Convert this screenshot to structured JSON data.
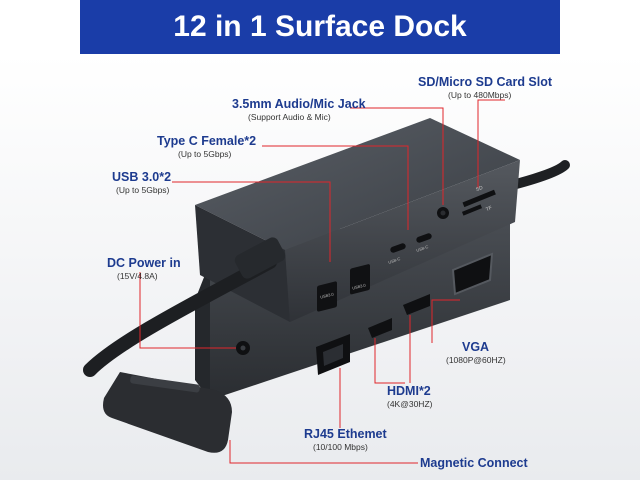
{
  "title": "12 in 1 Surface Dock",
  "callouts": {
    "sd_slot": {
      "label": "SD/Micro SD Card Slot",
      "sub": "(Up to 480Mbps)"
    },
    "audio": {
      "label": "3.5mm Audio/Mic Jack",
      "sub": "(Support Audio & Mic)"
    },
    "type_c": {
      "label": "Type C Female*2",
      "sub": "(Up to 5Gbps)"
    },
    "usb3": {
      "label": "USB 3.0*2",
      "sub": "(Up to 5Gbps)"
    },
    "dc_power": {
      "label": "DC Power in",
      "sub": "(15V/4.8A)"
    },
    "vga": {
      "label": "VGA",
      "sub": "(1080P@60HZ)"
    },
    "hdmi": {
      "label": "HDMI*2",
      "sub": "(4K@30HZ)"
    },
    "rj45": {
      "label": "RJ45 Ethemet",
      "sub": "(10/100 Mbps)"
    },
    "magnetic": {
      "label": "Magnetic Connect"
    }
  },
  "port_marks": {
    "sd": "SD",
    "tf": "TF",
    "usb_c_1": "USB-C",
    "usb_c_2": "USB-C",
    "usb3_1": "USB3.0",
    "usb3_2": "USB3.0"
  },
  "colors": {
    "banner": "#1a3da8",
    "label": "#1d3b8f",
    "callout_line": "#e0262b",
    "device": "#3b3f45"
  }
}
